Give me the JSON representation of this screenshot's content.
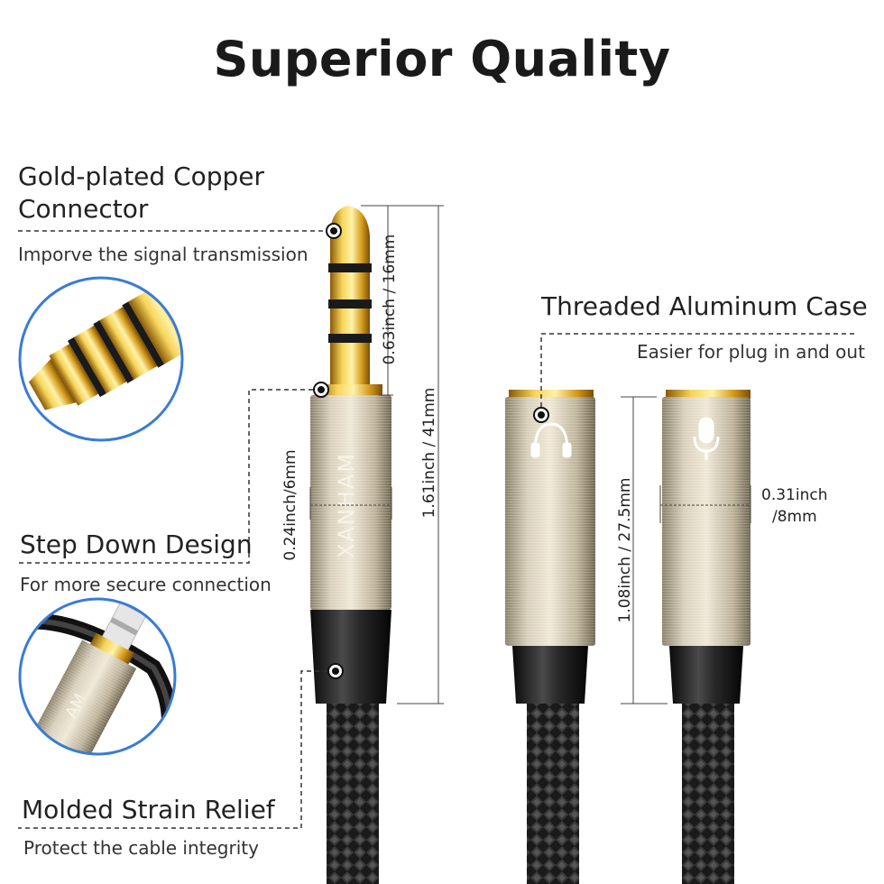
{
  "title": "Superior Quality",
  "features": {
    "connector": {
      "heading_line1": "Gold-plated Copper",
      "heading_line2": "Connector",
      "description": "Imporve the signal transmission"
    },
    "step_down": {
      "heading": "Step Down Design",
      "description": "For more secure connection"
    },
    "strain_relief": {
      "heading": "Molded Strain Relief",
      "description": "Protect the cable integrity"
    },
    "case": {
      "heading": "Threaded Aluminum Case",
      "description": "Easier for plug in and out"
    }
  },
  "dimensions": {
    "tip_length": "0.63inch / 16mm",
    "plug_length": "1.61inch / 41mm",
    "plug_diameter": "0.24inch/6mm",
    "jack_length": "1.08inch / 27.5mm",
    "jack_diameter_line1": "0.31inch",
    "jack_diameter_line2": "/8mm"
  },
  "brand": "XANHAM",
  "zoom_brand_fragment": "AM",
  "icons": [
    "headphones-icon",
    "microphone-icon"
  ],
  "colors": {
    "gold": "#d8a928",
    "case": "#c9bfa7",
    "cable": "#1c1c1c",
    "callout_ring": "#3a7bd5"
  }
}
